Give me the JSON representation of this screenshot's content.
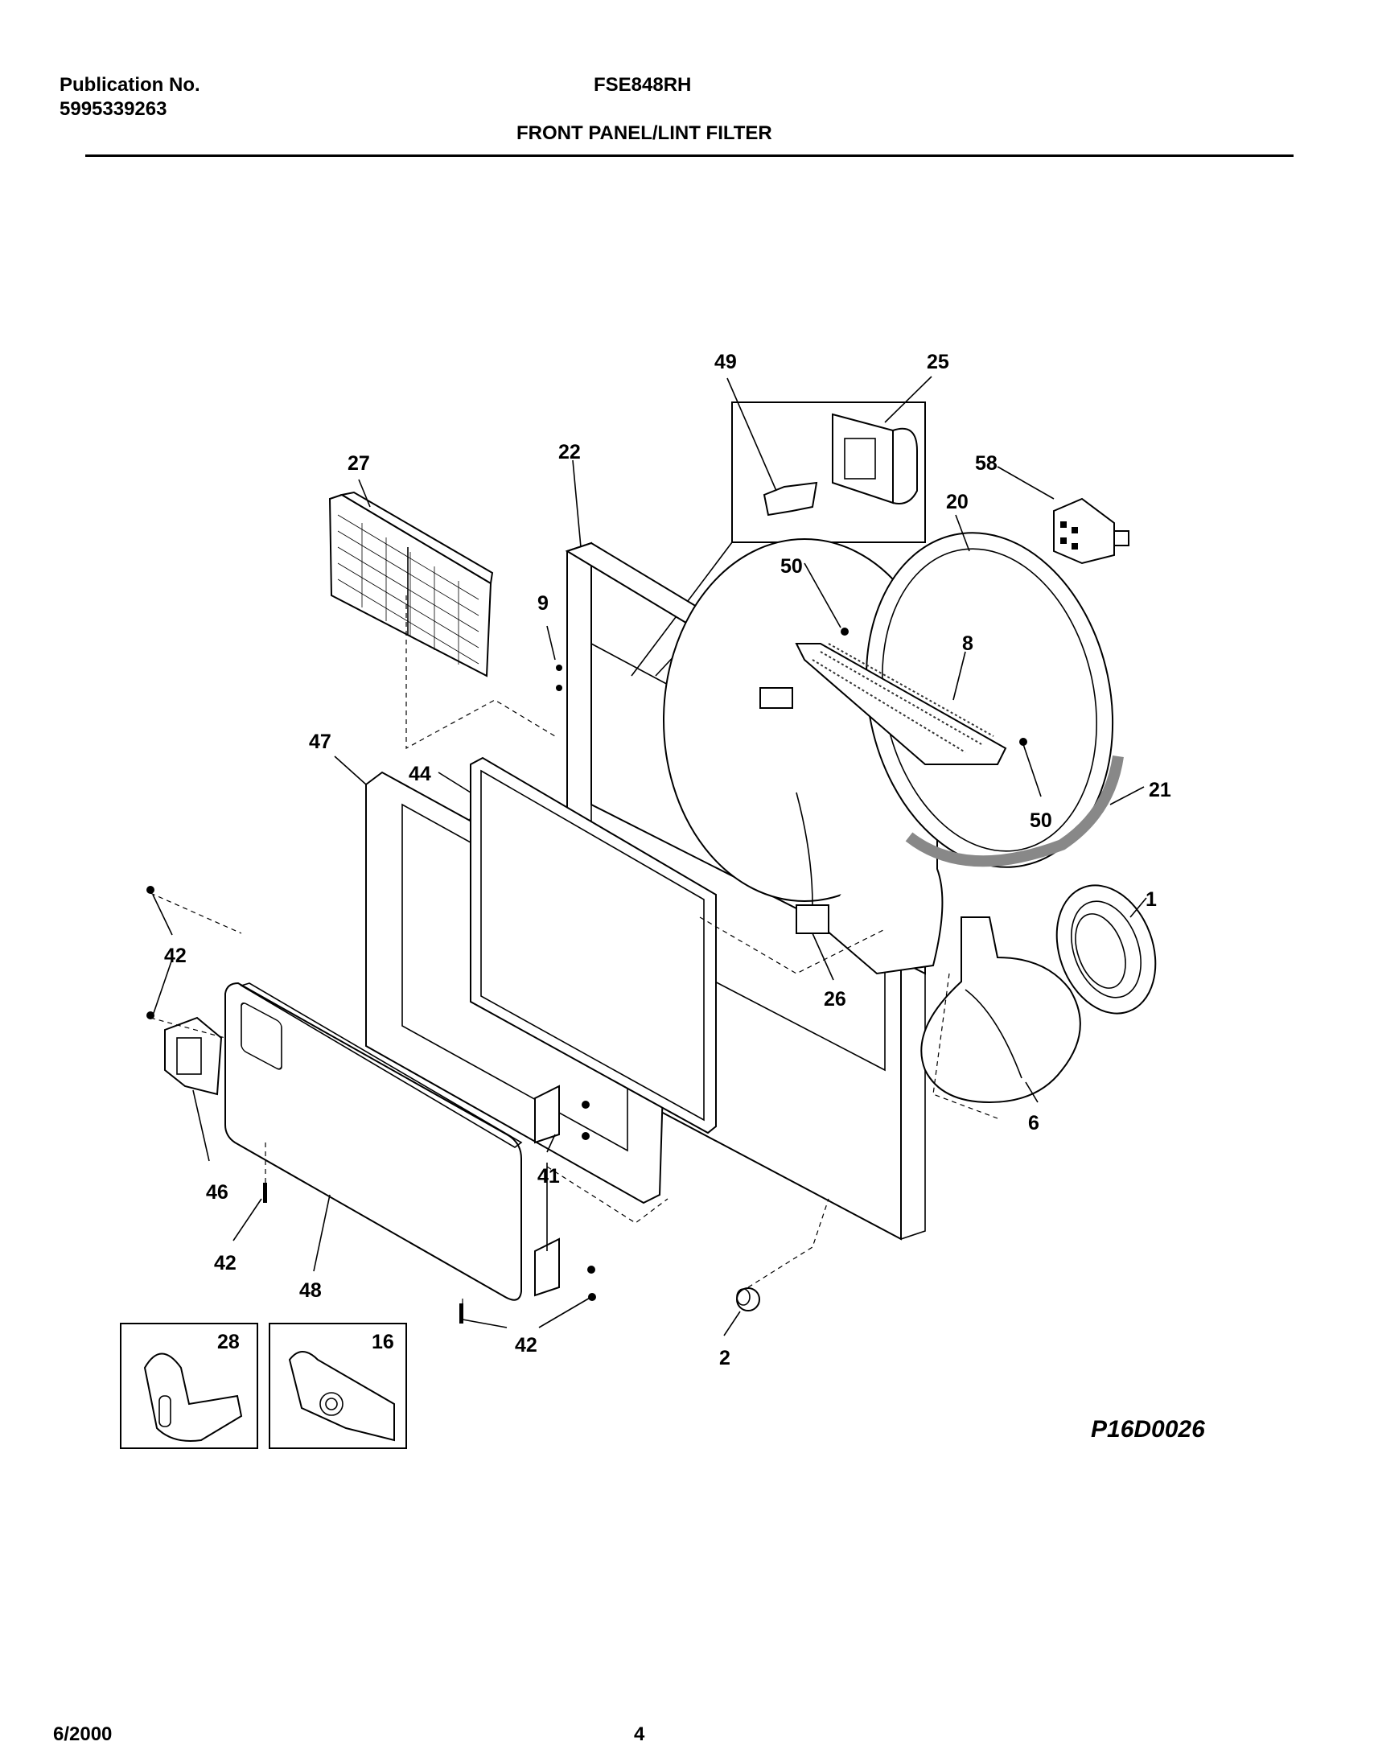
{
  "header": {
    "publication_label": "Publication No.",
    "publication_number": "5995339263",
    "model": "FSE848RH",
    "section_title": "FRONT PANEL/LINT FILTER"
  },
  "callouts": {
    "c49": "49",
    "c25": "25",
    "c22": "22",
    "c27": "27",
    "c58": "58",
    "c20": "20",
    "c50a": "50",
    "c9": "9",
    "c8": "8",
    "c47": "47",
    "c44": "44",
    "c50b": "50",
    "c21": "21",
    "c1": "1",
    "c42a": "42",
    "c26": "26",
    "c6": "6",
    "c46": "46",
    "c41": "41",
    "c42b": "42",
    "c48": "48",
    "c42c": "42",
    "c2": "2",
    "c28": "28",
    "c16": "16"
  },
  "diagram_code": "P16D0026",
  "footer": {
    "date": "6/2000",
    "page_number": "4"
  }
}
